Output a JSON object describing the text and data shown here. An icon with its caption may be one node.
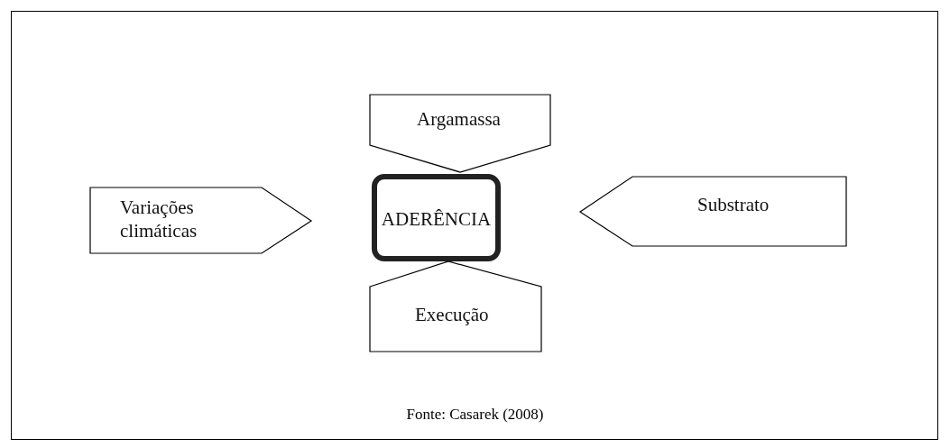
{
  "diagram": {
    "caption": "Fonte: Casarek (2008)",
    "nodes": [
      {
        "text": [
          "Argamassa"
        ]
      },
      {
        "text": [
          "Variações climáticas"
        ]
      },
      {
        "text": [
          "ADERÊNCIA"
        ]
      },
      {
        "text": [
          "Substrato"
        ]
      },
      {
        "text": [
          "Execução"
        ]
      }
    ]
  }
}
